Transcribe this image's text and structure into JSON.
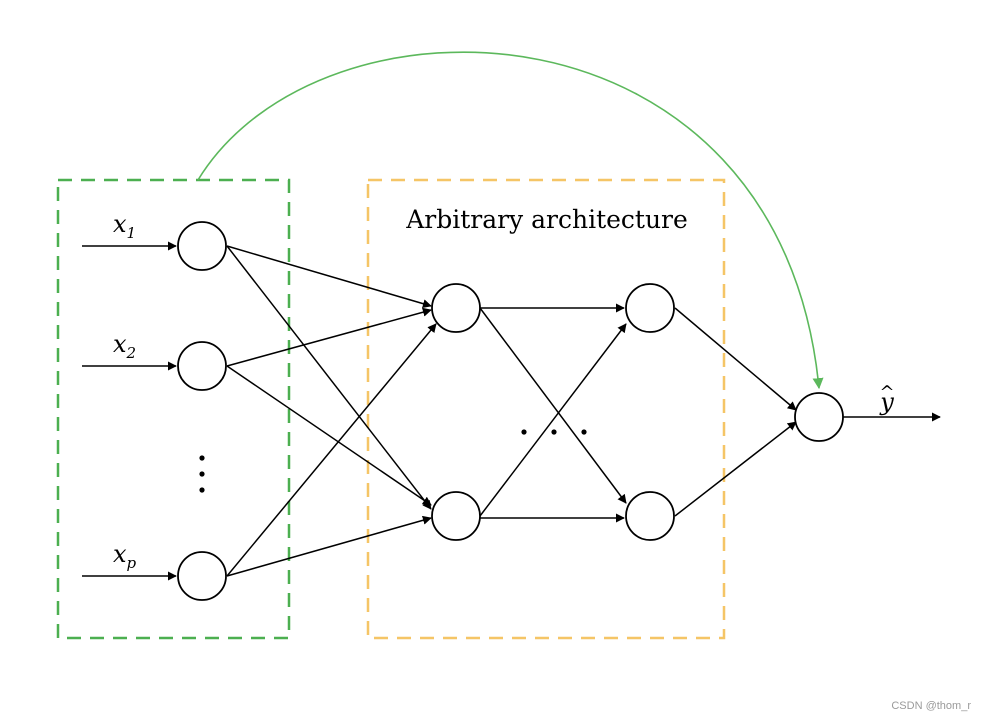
{
  "diagram": {
    "box_title": "Arbitrary architecture",
    "inputs": [
      {
        "base": "x",
        "sub": "1"
      },
      {
        "base": "x",
        "sub": "2"
      },
      {
        "base": "x",
        "sub": "p"
      }
    ],
    "output": {
      "base": "y",
      "hat": "^"
    },
    "colors": {
      "input_box": "#4caf50",
      "architecture_box": "#f5c566",
      "skip_connection": "#5cb85c",
      "lines": "#000000"
    }
  },
  "watermark": "CSDN @thom_r"
}
